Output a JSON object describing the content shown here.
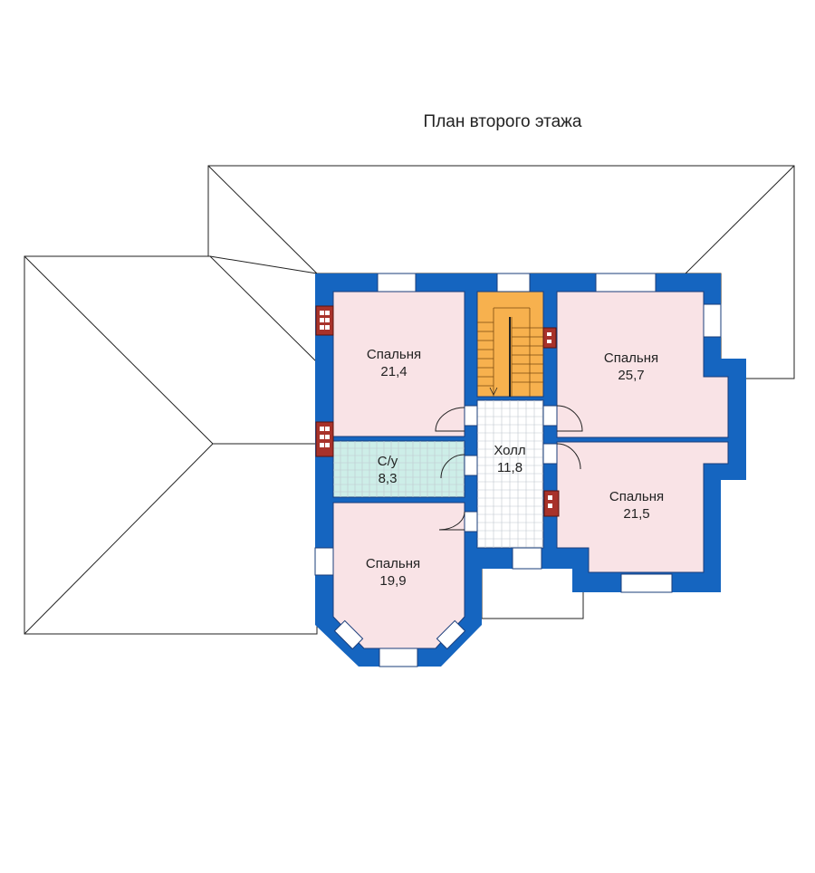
{
  "title": "План второго этажа",
  "colors": {
    "wall": "#1565c0",
    "bedroom_fill": "#f9e3e6",
    "bathroom_fill": "#cdeee8",
    "hall_fill": "#ffffff",
    "stairs_fill": "#f7b14e",
    "chimney": "#a8322a"
  },
  "rooms": {
    "bedroom_nw": {
      "name": "Спальня",
      "area": "21,4"
    },
    "bedroom_ne": {
      "name": "Спальня",
      "area": "25,7"
    },
    "bathroom": {
      "name": "С/у",
      "area": "8,3"
    },
    "hall": {
      "name": "Холл",
      "area": "11,8"
    },
    "bedroom_se": {
      "name": "Спальня",
      "area": "21,5"
    },
    "bedroom_sw": {
      "name": "Спальня",
      "area": "19,9"
    }
  }
}
